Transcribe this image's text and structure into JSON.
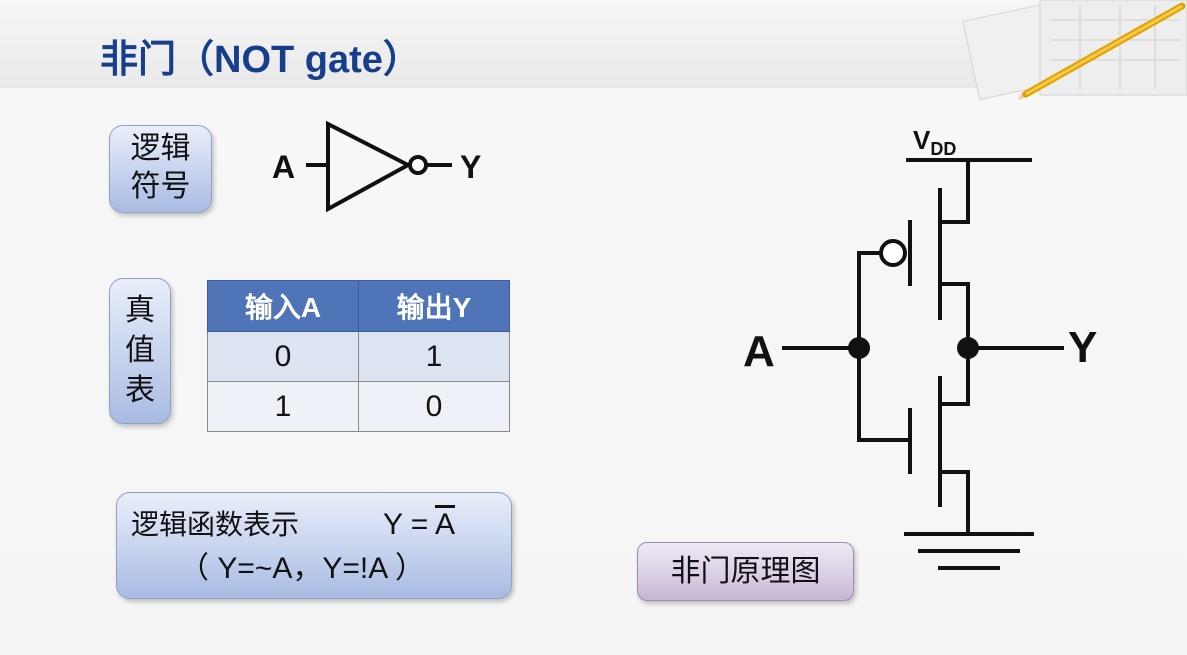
{
  "title": "非门（NOT gate）",
  "symbol_badge": {
    "line1": "逻辑",
    "line2": "符号"
  },
  "gate_symbol": {
    "input": "A",
    "output": "Y"
  },
  "truth_badge": {
    "line1": "真",
    "line2": "值",
    "line3": "表"
  },
  "truth_table": {
    "headers": [
      "输入A",
      "输出Y"
    ],
    "rows": [
      [
        "0",
        "1"
      ],
      [
        "1",
        "0"
      ]
    ]
  },
  "function_badge": {
    "label": "逻辑函数表示",
    "expr_prefix": "Y = ",
    "expr_var": "A",
    "alternatives": "（ Y=~A，Y=!A ）"
  },
  "schematic": {
    "vdd_main": "V",
    "vdd_sub": "DD",
    "input": "A",
    "output": "Y",
    "caption": "非门原理图"
  }
}
